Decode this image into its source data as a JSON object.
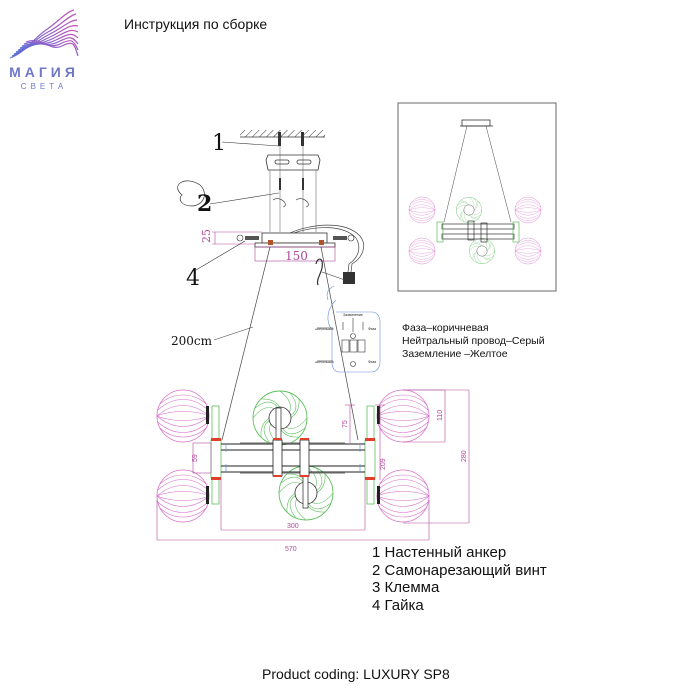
{
  "brand": {
    "name": "МАГИЯ",
    "subtitle": "СВЕТА",
    "colors": {
      "gradient_start": "#5a6fd8",
      "gradient_end": "#c054b8",
      "text": "#6f78c8"
    }
  },
  "header": {
    "title": "Инструкция по сборке"
  },
  "callouts": {
    "label_1": "1",
    "label_2": "2",
    "label_4": "4",
    "cable_length": "200cm"
  },
  "mount_dimensions": {
    "height": "25",
    "width": "150"
  },
  "terminal_block": {
    "top_label": "Заземление",
    "left_top": "нейтральный",
    "left_bottom": "нейтральный",
    "right_top": "Фаза",
    "right_bottom": "Фаза"
  },
  "wiring": {
    "lines": [
      "Фаза–коричневая",
      "Нейтральный провод–Серый",
      "Заземление –Желтое"
    ]
  },
  "fixture_dimensions": {
    "shade_height": "110",
    "total_height": "280",
    "center_height": "209",
    "arm_height": "75",
    "bar_height": "59",
    "inner_width": "300",
    "total_width": "570"
  },
  "parts": {
    "items": [
      "1 Настенный анкер",
      "2 Самонарезающий винт",
      "3 Клемма",
      "4 Гайка"
    ]
  },
  "footer": {
    "coding": "Product coding: LUXURY SP8"
  },
  "colors": {
    "pink_shade": "#d76fc9",
    "green_shade": "#5cbf5c",
    "dimension": "#b04a9b",
    "accent_red": "#e0402a"
  }
}
